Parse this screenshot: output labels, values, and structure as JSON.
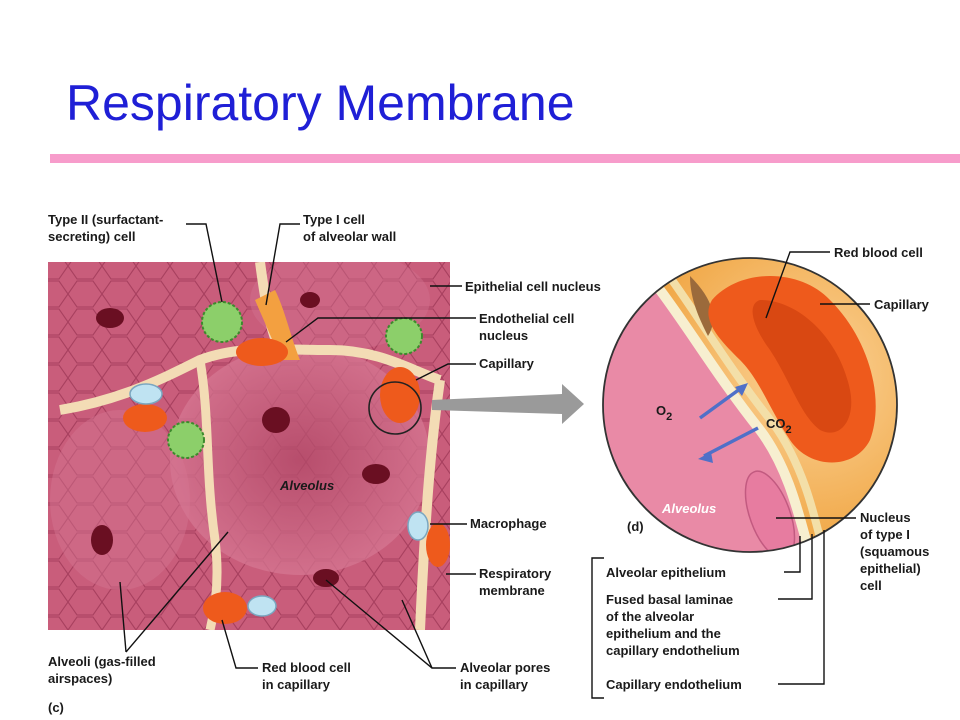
{
  "title": "Respiratory Membrane",
  "panel_c": {
    "tag": "(c)",
    "labels": {
      "type2_l1": "Type II (surfactant-",
      "type2_l2": "secreting) cell",
      "type1_l1": "Type I cell",
      "type1_l2": "of alveolar wall",
      "epi_nucleus": "Epithelial cell nucleus",
      "endo_l1": "Endothelial cell",
      "endo_l2": "nucleus",
      "capillary": "Capillary",
      "macrophage": "Macrophage",
      "resp_l1": "Respiratory",
      "resp_l2": "membrane",
      "alveoli_l1": "Alveoli (gas-filled",
      "alveoli_l2": "airspaces)",
      "rbc_l1": "Red blood cell",
      "rbc_l2": "in capillary",
      "pores_l1": "Alveolar pores",
      "pores_l2": "in capillary",
      "alveolus": "Alveolus"
    }
  },
  "panel_d": {
    "tag": "(d)",
    "labels": {
      "rbc": "Red blood cell",
      "capillary": "Capillary",
      "o2": "O",
      "o2_sub": "2",
      "co2": "CO",
      "co2_sub": "2",
      "alveolus": "Alveolus",
      "nuc_l1": "Nucleus",
      "nuc_l2": "of type I",
      "nuc_l3": "(squamous",
      "nuc_l4": "epithelial)",
      "nuc_l5": "cell",
      "alv_epi": "Alveolar epithelium",
      "fused_l1": "Fused basal laminae",
      "fused_l2": "of the alveolar",
      "fused_l3": "epithelium and the",
      "fused_l4": "capillary endothelium",
      "cap_endo": "Capillary endothelium"
    }
  },
  "colors": {
    "title": "#1f1fd6",
    "rule": "#f79ccb",
    "tissue": "#c85c7a",
    "capillary": "#f2a640",
    "rbc": "#ee5a1c",
    "arrow": "#4f70c8"
  }
}
